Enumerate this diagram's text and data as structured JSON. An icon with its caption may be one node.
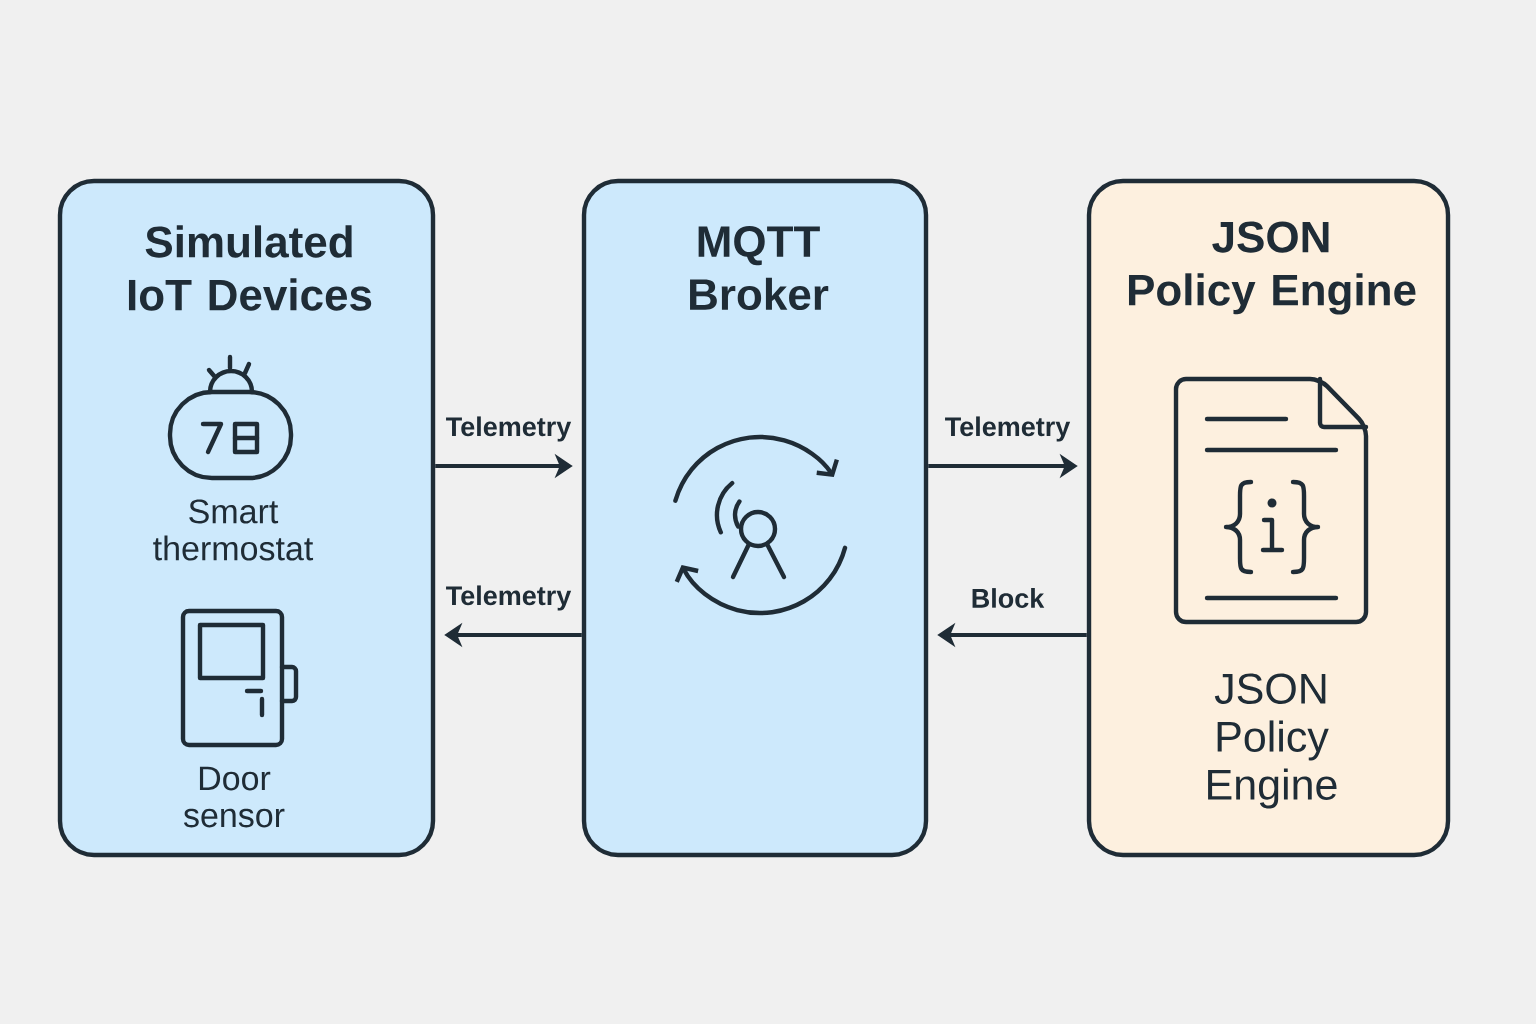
{
  "diagram": {
    "nodes": [
      {
        "text": [
          "Simulated IoT Devices"
        ]
      },
      {
        "text": [
          "MQTT Broker"
        ]
      },
      {
        "text": [
          "JSON Policy Engine",
          "JSON Policy Engine"
        ]
      }
    ],
    "edges": [
      {
        "from": 0,
        "to": 1,
        "arrow": "to",
        "label": "Telemetry"
      },
      {
        "from": 1,
        "to": 0,
        "arrow": "to",
        "label": "Telemetry"
      },
      {
        "from": 1,
        "to": 2,
        "arrow": "to",
        "label": "Telemetry"
      },
      {
        "from": 2,
        "to": 1,
        "arrow": "to",
        "label": "Block"
      }
    ],
    "labels": [
      "Smart thermostat",
      "Door sensor"
    ]
  }
}
